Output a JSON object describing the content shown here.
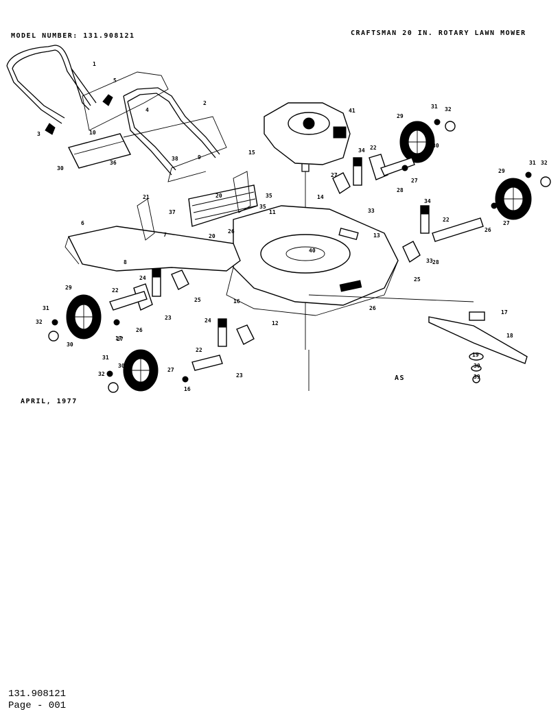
{
  "header": {
    "model_number": "MODEL NUMBER: 131.908121",
    "title": "CRAFTSMAN 20 IN. ROTARY LAWN MOWER"
  },
  "date": "APRIL, 1977",
  "ref_code": "AS",
  "footer": {
    "model": "131.908121",
    "page": "Page - 001"
  },
  "callouts": [
    "1",
    "2",
    "3",
    "4",
    "5",
    "6",
    "7",
    "8",
    "9",
    "10",
    "11",
    "12",
    "13",
    "14",
    "15",
    "16",
    "17",
    "18",
    "19",
    "20",
    "21",
    "22",
    "23",
    "24",
    "25",
    "26",
    "27",
    "28",
    "29",
    "30",
    "31",
    "32",
    "33",
    "34",
    "35",
    "36",
    "37",
    "38",
    "39",
    "40",
    "41"
  ]
}
